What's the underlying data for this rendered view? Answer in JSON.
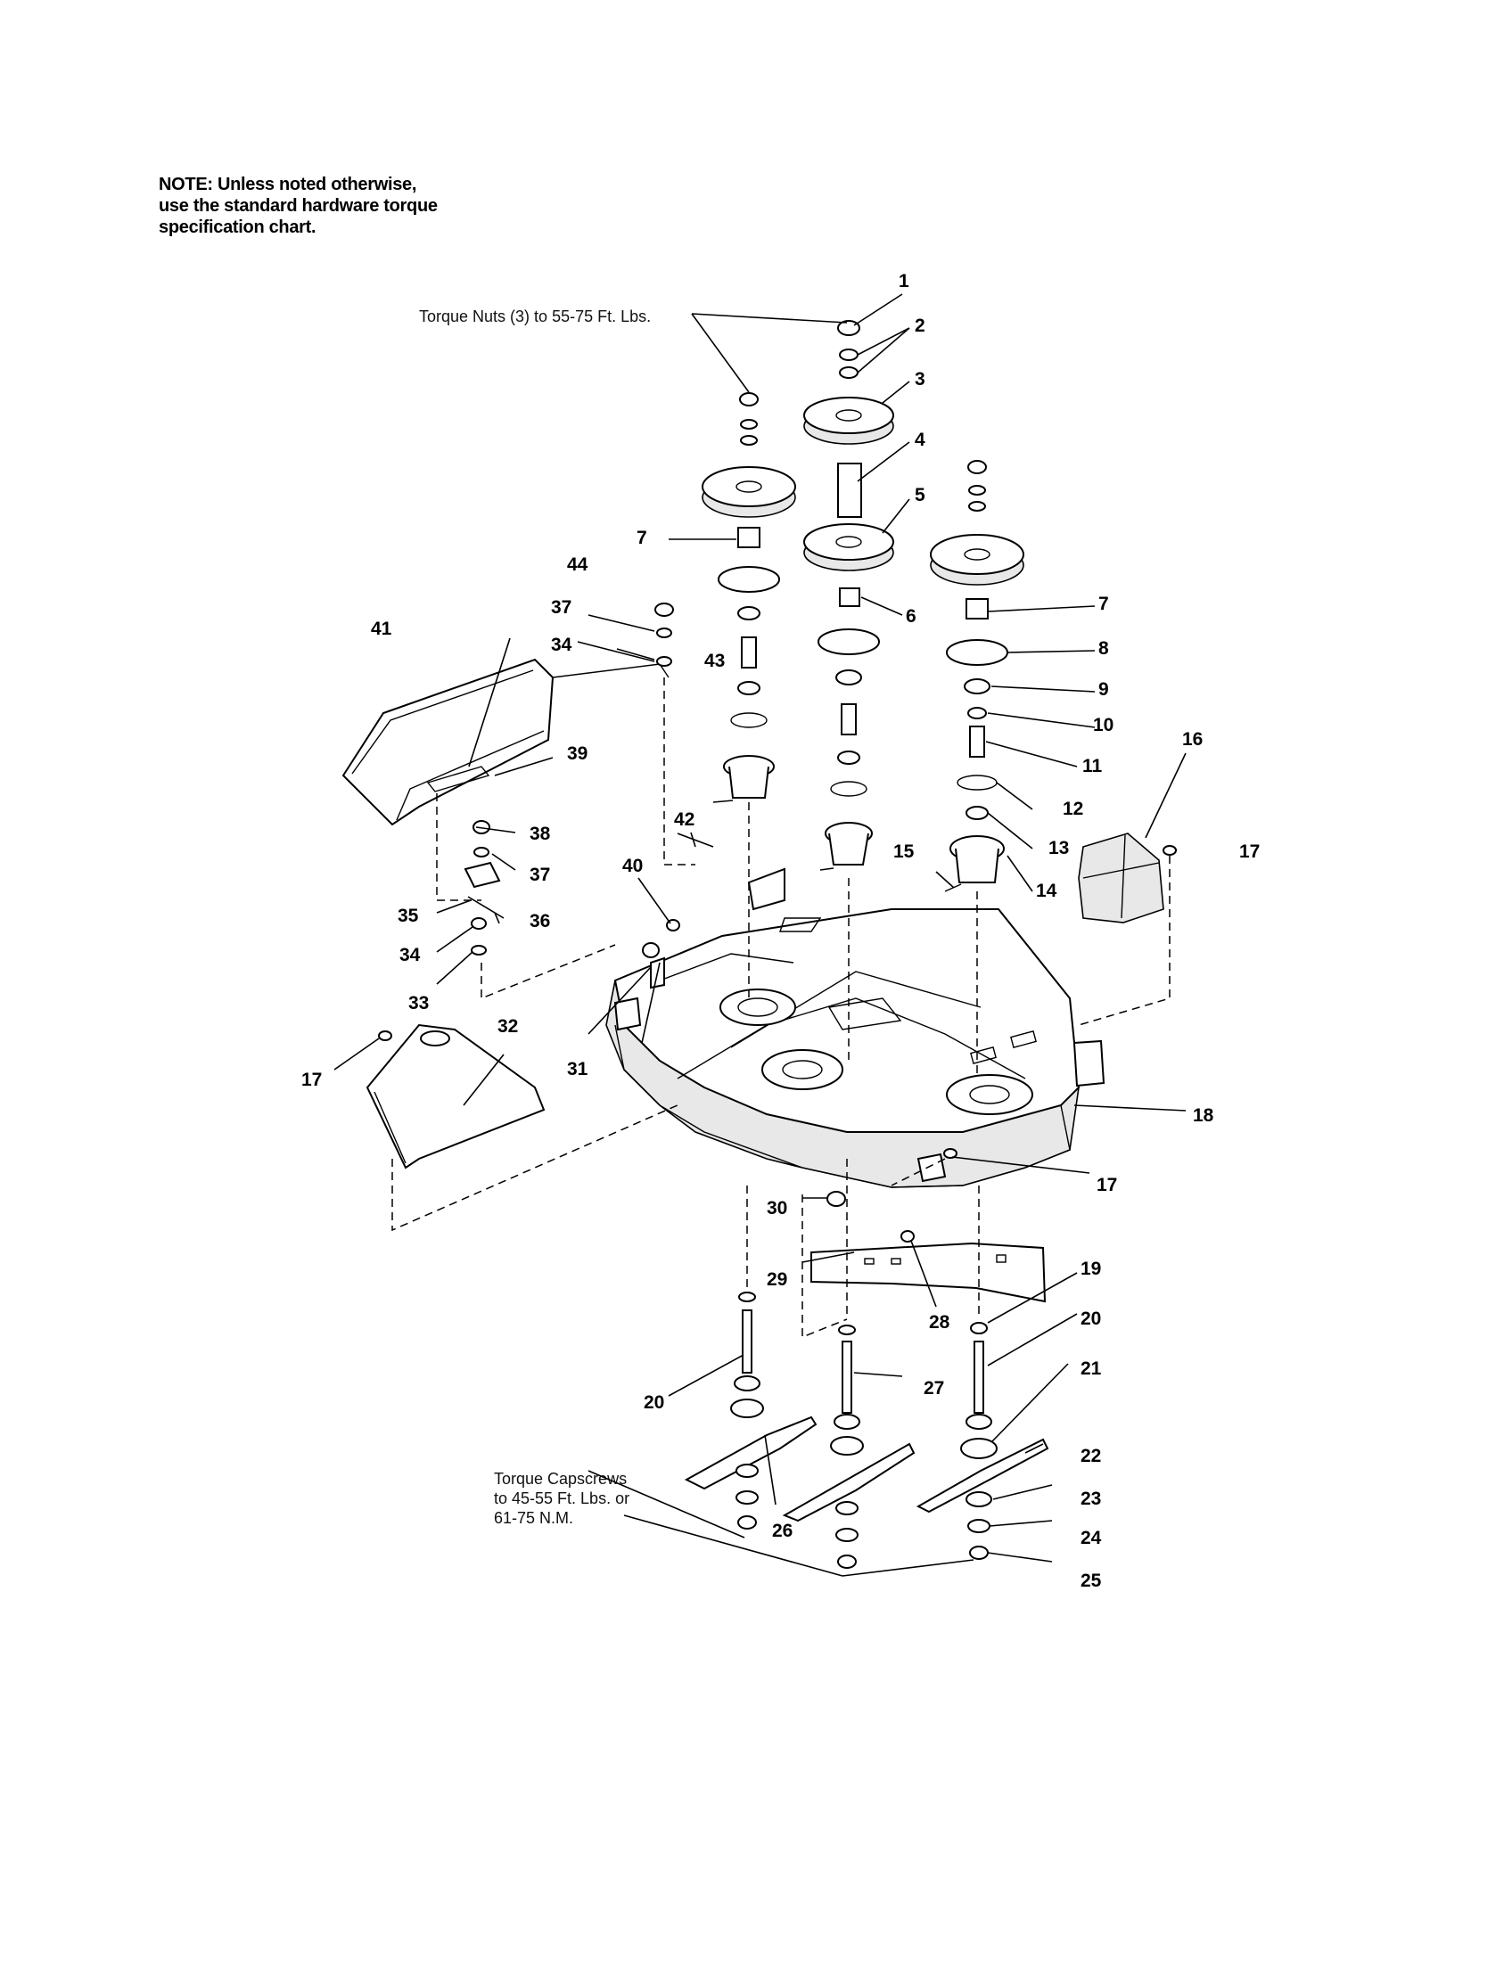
{
  "note": {
    "line1": "NOTE: Unless noted otherwise,",
    "line2": "use the standard hardware torque",
    "line3": "specification chart."
  },
  "torque_nuts": "Torque Nuts (3) to 55-75 Ft. Lbs.",
  "torque_capscrews": {
    "line1": "Torque Capscrews",
    "line2": "to 45-55 Ft. Lbs. or",
    "line3": "61-75 N.M."
  },
  "callouts": {
    "n1": "1",
    "n2": "2",
    "n3": "3",
    "n4": "4",
    "n5": "5",
    "n6": "6",
    "n7a": "7",
    "n7b": "7",
    "n8": "8",
    "n9": "9",
    "n10": "10",
    "n11": "11",
    "n12": "12",
    "n13": "13",
    "n14": "14",
    "n15": "15",
    "n16": "16",
    "n17a": "17",
    "n17b": "17",
    "n17c": "17",
    "n18": "18",
    "n19": "19",
    "n20a": "20",
    "n20b": "20",
    "n21": "21",
    "n22": "22",
    "n23": "23",
    "n24": "24",
    "n25": "25",
    "n26": "26",
    "n27": "27",
    "n28": "28",
    "n29": "29",
    "n30": "30",
    "n31": "31",
    "n32": "32",
    "n33": "33",
    "n34a": "34",
    "n34b": "34",
    "n35": "35",
    "n36": "36",
    "n37a": "37",
    "n37b": "37",
    "n38": "38",
    "n39": "39",
    "n40": "40",
    "n41": "41",
    "n42": "42",
    "n43": "43",
    "n44": "44"
  }
}
